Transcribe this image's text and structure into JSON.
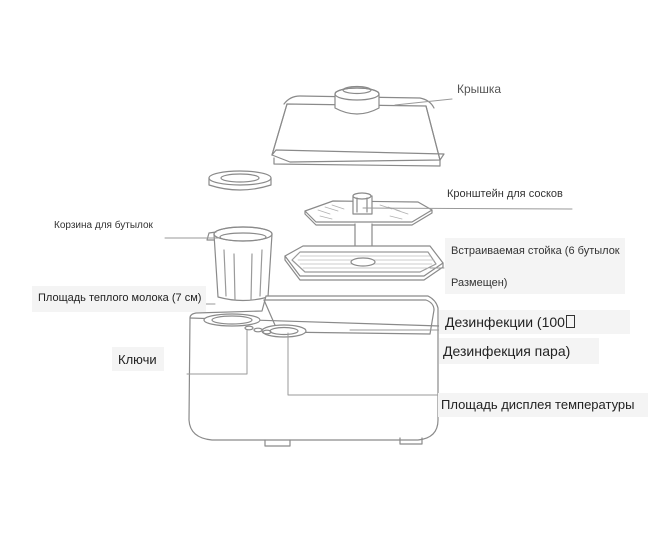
{
  "labels": {
    "lid": "Крышка",
    "nipple_bracket": "Кронштейн для сосков",
    "bottle_basket": "Корзина для бутылок",
    "rack_line1": "Встраиваемая стойка (6 бутылок",
    "rack_line2": "Размещен)",
    "warm_milk": "Площадь теплого молока (7 см)",
    "disinfection_100": "Дезинфекции (100",
    "steam_disinfection": "Дезинфекция пара)",
    "keys": "Ключи",
    "temp_display": "Площадь дисплея температуры"
  },
  "colors": {
    "line": "#8a8a8a",
    "label_bg": "#f3f3f3",
    "text": "#222222"
  }
}
